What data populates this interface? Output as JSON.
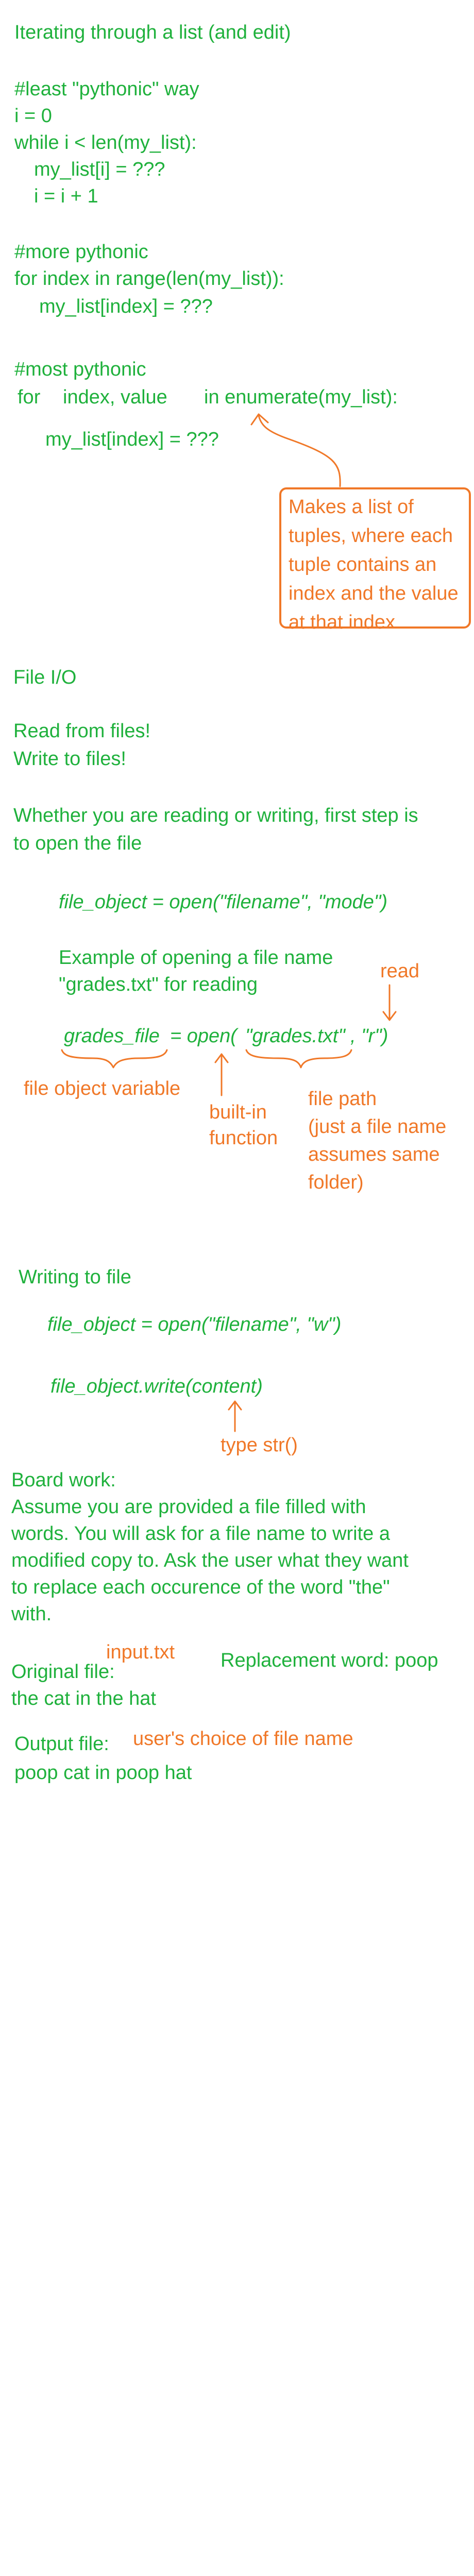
{
  "colors": {
    "green": "#1fb13c",
    "orange": "#f07828"
  },
  "section1": {
    "title": "Iterating through a list (and edit)",
    "least": [
      "#least \"pythonic\" way",
      "i = 0",
      "while i < len(my_list):",
      "my_list[i] = ???",
      "i = i + 1"
    ],
    "more": [
      "#more pythonic",
      "for index in range(len(my_list)):",
      "my_list[index] = ???"
    ],
    "most": [
      "#most pythonic",
      "for",
      "index, value",
      "in enumerate(my_list):",
      "my_list[index] = ???"
    ],
    "callout": "Makes a list of tuples, where each tuple contains an index and the value at that index"
  },
  "section2": {
    "title": "File I/O",
    "read": "Read from files!",
    "write": "Write to files!",
    "open_line1": "Whether you are reading or writing, first step is",
    "open_line2": "to open the file",
    "syntax": "file_object = open(\"filename\", \"mode\")",
    "example_line1": "Example of opening a file name",
    "example_line2": "\"grades.txt\" for reading",
    "code_var": "grades_file",
    "code_eq": "= open(",
    "code_path": "\"grades.txt\"",
    "code_mode": ", \"r\")",
    "ann_read": "read",
    "ann_var": "file object variable",
    "ann_builtin": [
      "built-in",
      "function"
    ],
    "ann_path": [
      "file path",
      "(just a file name",
      "assumes same",
      "folder)"
    ]
  },
  "section3": {
    "title": "Writing to file",
    "open_w": "file_object = open(\"filename\", \"w\")",
    "write_call": "file_object.write(content)",
    "ann_type": "type str()"
  },
  "board": {
    "title": "Board work:",
    "lines": [
      "Assume you are provided a file filled with",
      "words.   You will ask for a file name to write a",
      "modified copy to.  Ask the user what they want",
      "to replace each occurence of the word \"the\"",
      "with."
    ],
    "input_ann": "input.txt",
    "original_label": "Original file:",
    "replacement": "Replacement word: poop",
    "original_text": "the cat in the hat",
    "output_label": "Output file:",
    "output_ann": "user's choice of file name",
    "output_text": "poop cat in poop hat"
  }
}
